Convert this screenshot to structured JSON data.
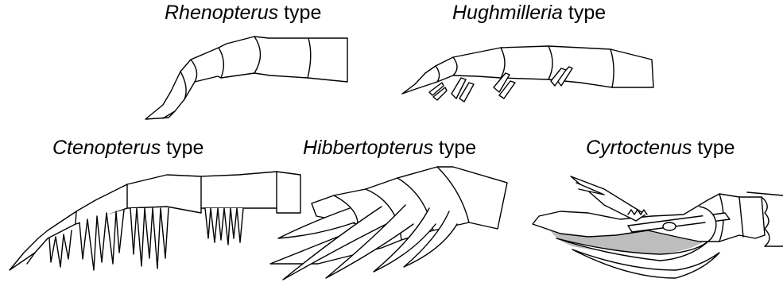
{
  "panels": [
    {
      "id": "rhenopterus",
      "genus": "Rhenopterus",
      "suffix": " type"
    },
    {
      "id": "hughmilleria",
      "genus": "Hughmilleria",
      "suffix": " type"
    },
    {
      "id": "ctenopterus",
      "genus": "Ctenopterus",
      "suffix": " type"
    },
    {
      "id": "hibbertopterus",
      "genus": "Hibbertopterus",
      "suffix": " type"
    },
    {
      "id": "cyrtoctenus",
      "genus": "Cyrtoctenus",
      "suffix": " type"
    }
  ],
  "colors": {
    "stroke": "#000000",
    "fill": "#ffffff",
    "shade": "#bdbdbd"
  }
}
